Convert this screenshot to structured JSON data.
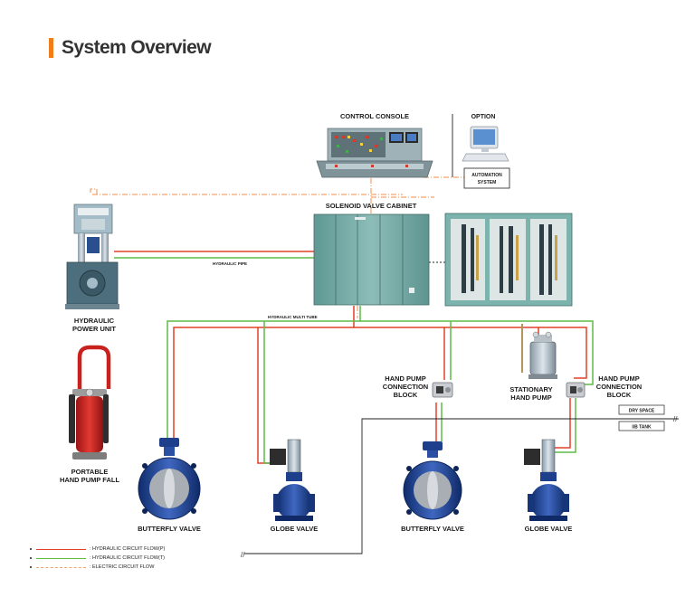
{
  "page": {
    "title": "System Overview",
    "accent": "#f07d1a"
  },
  "labels": {
    "control_console": "CONTROL CONSOLE",
    "option": "OPTION",
    "automation_line1": "AUTOMATION",
    "automation_line2": "SYSTEM",
    "solenoid_cabinet": "SOLENOID VALVE CABINET",
    "hydraulic_line1": "HYDRAULIC",
    "hydraulic_line2": "POWER UNIT",
    "hydraulic_pipe": "HYDRAULIC PIPE",
    "hydraulic_multi_tube": "HYDRAULIC MULTI TUBE",
    "portable_line1": "PORTABLE",
    "portable_line2": "HAND PUMP FALL",
    "hp_block_left_1": "HAND PUMP",
    "hp_block_left_2": "CONNECTION",
    "hp_block_left_3": "BLOCK",
    "stationary_1": "STATIONARY",
    "stationary_2": "HAND PUMP",
    "hp_block_right_1": "HAND PUMP",
    "hp_block_right_2": "CONNECTION",
    "hp_block_right_3": "BLOCK",
    "dry_space": "DRY SPACE",
    "ib_tank": "I/B TANK",
    "butterfly_1": "BUTTERFLY VALVE",
    "globe_1": "GLOBE VALVE",
    "butterfly_2": "BUTTERFLY VALVE",
    "globe_2": "GLOBE VALVE"
  },
  "legend": [
    {
      "text": ": HYDRAULIC CIRCUIT FLOW(P)",
      "color": "#e2402a",
      "style": "solid"
    },
    {
      "text": ": HYDRAULIC CIRCUIT FLOW(T)",
      "color": "#5dbb46",
      "style": "solid"
    },
    {
      "text": ": ELECTRIC CIRCUIT FLOW",
      "color": "#f3a36b",
      "style": "dashed"
    }
  ],
  "colors": {
    "pressure": "#e2402a",
    "tank": "#5dbb46",
    "electric": "#f3a36b",
    "cabinet": "#6fa5a1",
    "valve_blue": "#1d3f8c"
  }
}
